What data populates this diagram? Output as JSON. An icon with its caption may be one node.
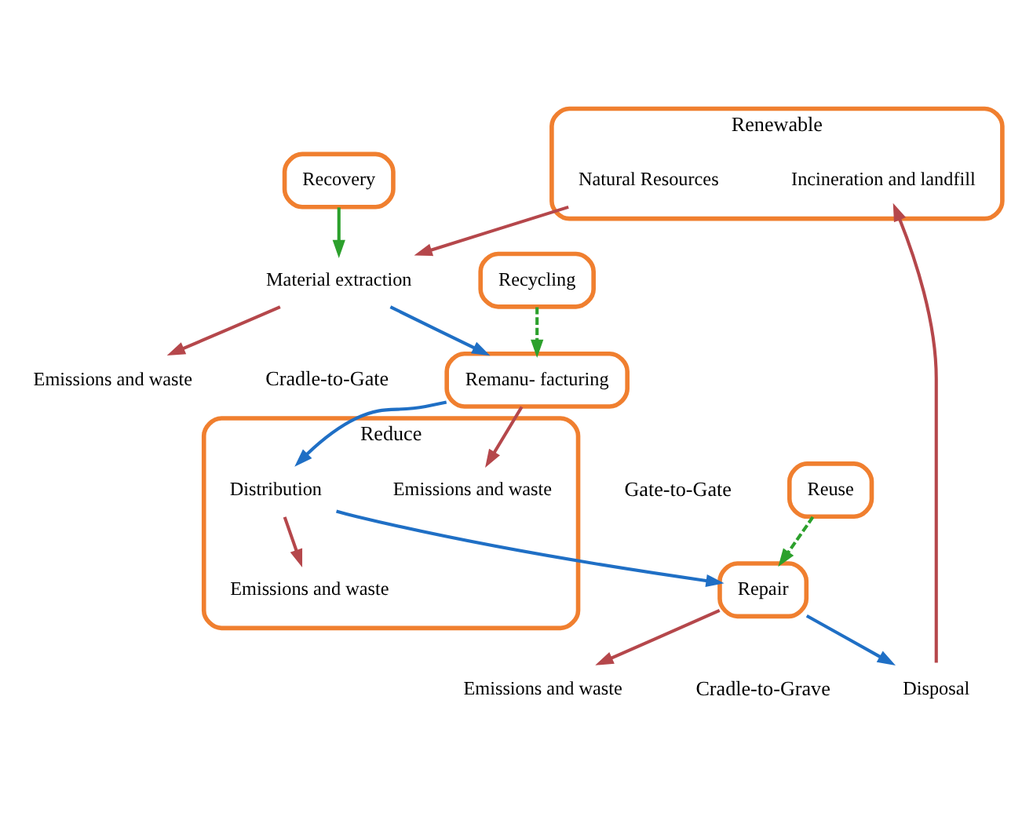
{
  "diagram": {
    "nodes": [
      {
        "text": [
          "Renewable"
        ]
      },
      {
        "text": [
          "Natural Resources"
        ],
        "in": 0
      },
      {
        "text": [
          "Incineration and landfill"
        ],
        "in": 0
      },
      {
        "text": [
          "Material extraction"
        ]
      },
      {
        "text": [
          "Emissions and waste"
        ]
      },
      {
        "text": [
          "Recovery"
        ]
      },
      {
        "text": [
          "Recycling"
        ]
      },
      {
        "text": [
          "Remanu- facturing"
        ]
      },
      {
        "text": [
          "Disposal"
        ]
      },
      {
        "text": [
          "Reuse"
        ]
      },
      {
        "text": [
          "Reduce"
        ]
      },
      {
        "text": [
          "Emissions and waste"
        ],
        "in": 10
      },
      {
        "text": [
          "Distribution"
        ],
        "in": 10
      },
      {
        "text": [
          "Emissions and waste"
        ],
        "in": 10
      },
      {
        "text": [
          "Emissions and waste"
        ]
      },
      {
        "text": [
          "Repair"
        ]
      }
    ],
    "edges": [
      {
        "from": 1,
        "to": 3,
        "arrow": "to"
      },
      {
        "from": 3,
        "to": 4,
        "arrow": "to"
      },
      {
        "from": 3,
        "to": 7,
        "arrow": "to",
        "color": "#1f6fc5"
      },
      {
        "from": 7,
        "to": 11,
        "arrow": "to"
      },
      {
        "from": 7,
        "to": 12,
        "arrow": "to",
        "color": "#1f6fc5"
      },
      {
        "from": 12,
        "to": 13,
        "arrow": "to"
      },
      {
        "from": 12,
        "to": 15,
        "arrow": "to",
        "color": "#1f6fc5"
      },
      {
        "from": 15,
        "to": 14,
        "arrow": "to"
      },
      {
        "from": 15,
        "to": 8,
        "arrow": "to",
        "color": "#1f6fc5"
      },
      {
        "from": 8,
        "to": 2,
        "arrow": "to"
      },
      {
        "from": 5,
        "to": 3,
        "arrow": "to",
        "color": "#2ca02c"
      },
      {
        "from": 6,
        "to": 7,
        "arrow": "to",
        "color": "#2ca02c",
        "style": "dashed"
      },
      {
        "from": 9,
        "to": 15,
        "arrow": "to",
        "color": "#2ca02c",
        "style": "dashed"
      }
    ],
    "labels": [
      "Cradle-to-Gate",
      "Gate-to-Gate",
      "Cradle-to-Grave"
    ]
  }
}
